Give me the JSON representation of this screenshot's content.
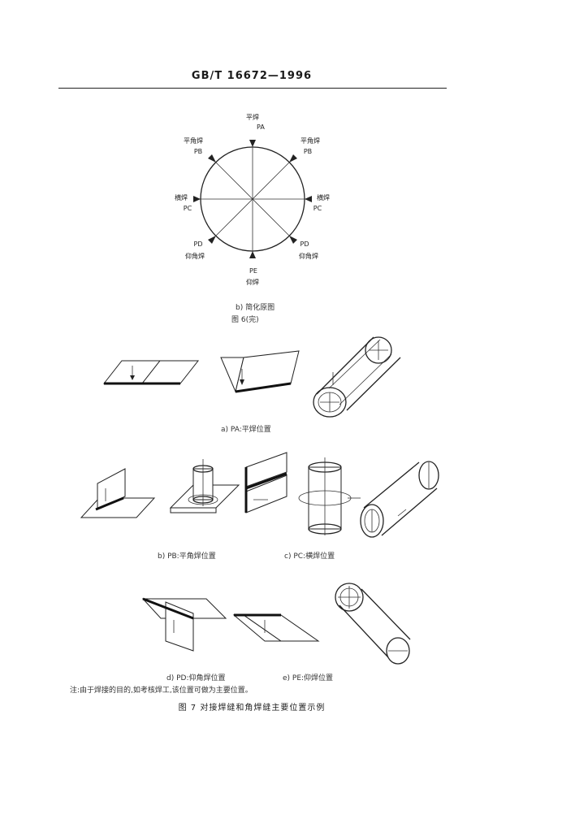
{
  "header": {
    "standard": "GB/T 16672—1996"
  },
  "diagram": {
    "labels": {
      "top_cn": "平焊",
      "top_code": "PA",
      "upper_left_cn": "平角焊",
      "upper_left_code": "PB",
      "upper_right_cn": "平角焊",
      "upper_right_code": "PB",
      "left_cn": "横焊",
      "left_code": "PC",
      "right_cn": "横焊",
      "right_code": "PC",
      "lower_left_code": "PD",
      "lower_left_cn": "仰角焊",
      "lower_right_code": "PD",
      "lower_right_cn": "仰角焊",
      "bottom_code": "PE",
      "bottom_cn": "仰焊"
    },
    "subcaption": "b) 简化原图",
    "figure_ref": "图 6(完)"
  },
  "captions": {
    "a": "a)  PA:平焊位置",
    "b": "b)  PB:平角焊位置",
    "c": "c)  PC:横焊位置",
    "d": "d)  PD:仰角焊位置",
    "e": "e)  PE:仰焊位置"
  },
  "note": "注:由于焊接的目的,如考核焊工,该位置可做为主要位置。",
  "figure_title": "图 7  对接焊缝和角焊缝主要位置示例"
}
